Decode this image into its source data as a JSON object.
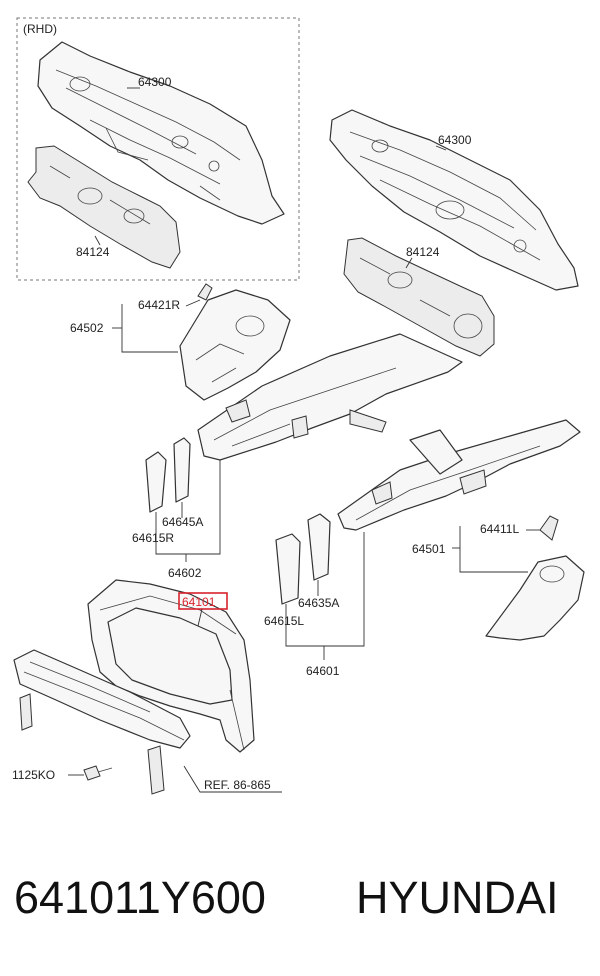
{
  "diagram": {
    "rhd_label": "(RHD)",
    "labels": {
      "dash_panel_rhd": "64300",
      "pad_rhd": "84124",
      "dash_panel": "64300",
      "pad": "84124",
      "apron_r_bracket": "64421R",
      "apron_r": "64502",
      "member_r": "64645A",
      "member_r_2": "64615R",
      "member_r_assy": "64602",
      "carrier": "64101",
      "member_l_bracket": "64635A",
      "member_l_2": "64615L",
      "member_l_assy": "64601",
      "apron_l_bracket": "64411L",
      "apron_l": "64501",
      "bolt": "1125KO",
      "ref": "REF. 86-865"
    },
    "highlight_color": "#d9232d"
  },
  "footer": {
    "part_number": "641011Y600",
    "brand": "HYUNDAI"
  }
}
